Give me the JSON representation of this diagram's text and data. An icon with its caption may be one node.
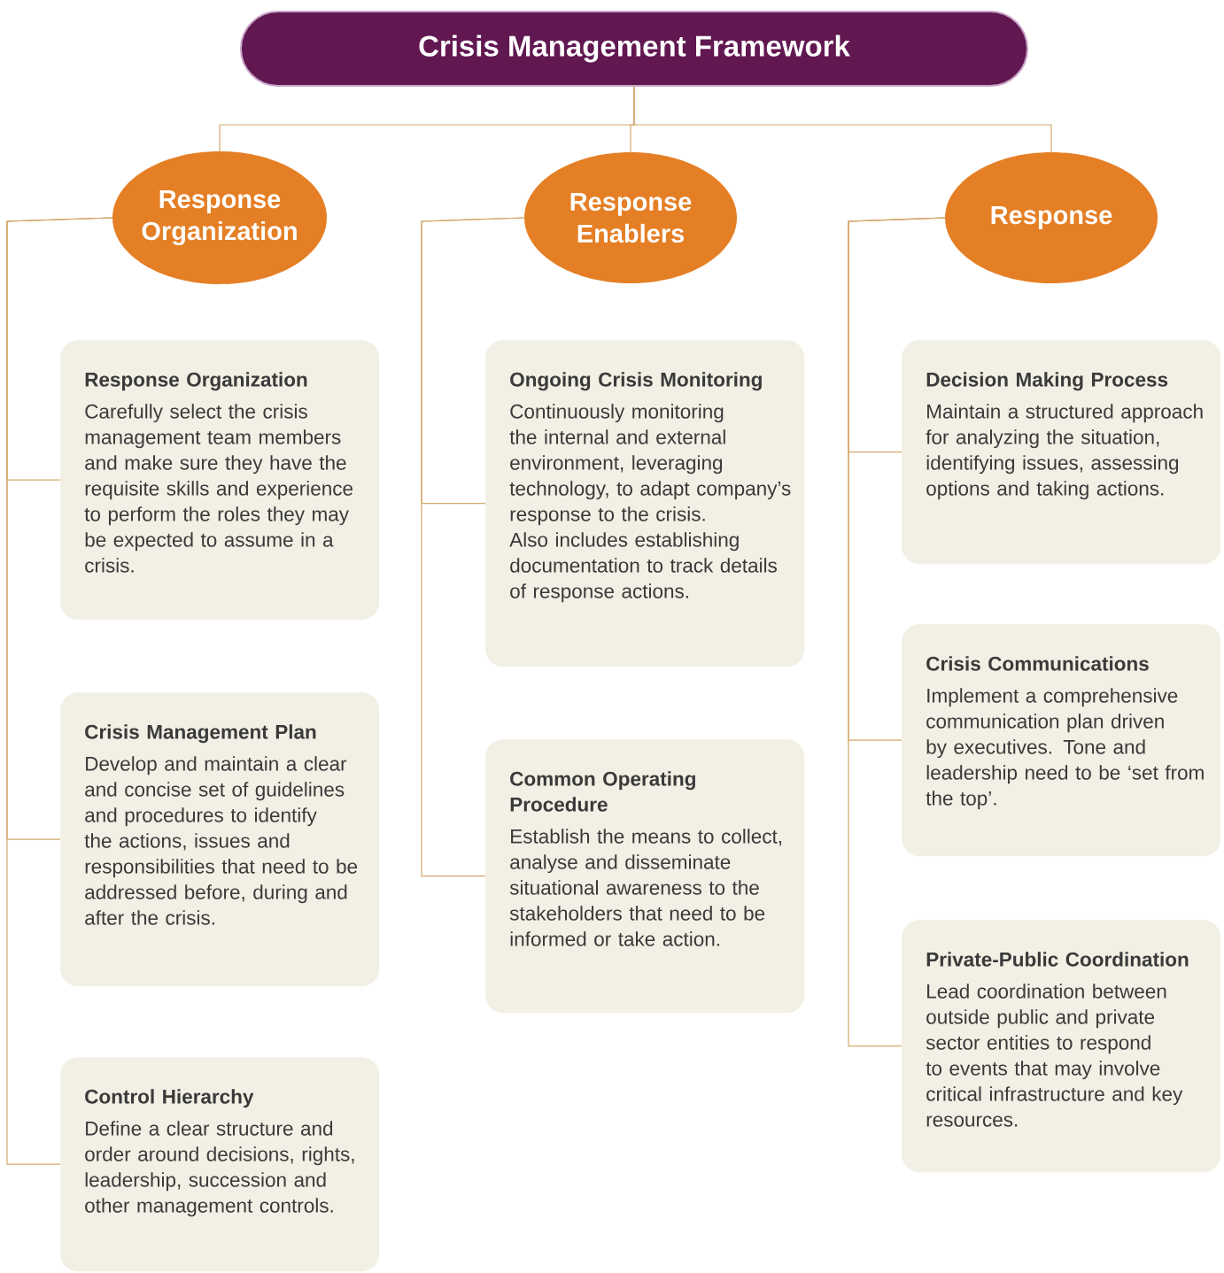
{
  "diagram": {
    "nodes": [
      {
        "text": [
          "Crisis Management Framework"
        ]
      },
      {
        "text": [
          "Response Organization"
        ]
      },
      {
        "text": [
          "Response Enablers"
        ]
      },
      {
        "text": [
          "Response"
        ]
      },
      {
        "text": [
          "Response Organization",
          "Carefully select the crisis management team members and make sure they have the requisite skills and experience to perform the roles they may be expected to assume in a crisis."
        ]
      },
      {
        "text": [
          "Crisis Management Plan",
          "Develop and maintain a clear and concise set of guidelines and procedures to identify the actions, issues and responsibilities that need to be addressed before, during and after the crisis."
        ]
      },
      {
        "text": [
          "Control Hierarchy",
          "Define a clear structure and order around decisions, rights, leadership, succession and other management controls."
        ]
      },
      {
        "text": [
          "Ongoing Crisis Monitoring",
          "Continuously monitoring the internal and external environment, leveraging technology, to adapt company’s response to the crisis. Also includes establishing documentation to track details of response actions."
        ]
      },
      {
        "text": [
          "Common Operating Procedure",
          "Establish the means to collect, analyse and disseminate situational awareness to the stakeholders that need to be informed or take action."
        ]
      },
      {
        "text": [
          "Decision Making Process",
          "Maintain a structured approach for analyzing the situation, identifying issues, assessing options and taking actions."
        ]
      },
      {
        "text": [
          "Crisis Communications",
          "Implement a comprehensive communication plan driven by executives. Tone and leadership need to be ‘set from the top’."
        ]
      },
      {
        "text": [
          "Private-Public Coordination",
          "Lead coordination between outside public and private sector entities to respond to events that may involve critical infrastructure and key resources."
        ]
      }
    ],
    "edges": [
      {
        "from": 0,
        "to": 1,
        "arrow": "none"
      },
      {
        "from": 0,
        "to": 2,
        "arrow": "none"
      },
      {
        "from": 0,
        "to": 3,
        "arrow": "none"
      },
      {
        "from": 1,
        "to": 4,
        "arrow": "none"
      },
      {
        "from": 1,
        "to": 5,
        "arrow": "none"
      },
      {
        "from": 1,
        "to": 6,
        "arrow": "none"
      },
      {
        "from": 2,
        "to": 7,
        "arrow": "none"
      },
      {
        "from": 2,
        "to": 8,
        "arrow": "none"
      },
      {
        "from": 3,
        "to": 9,
        "arrow": "none"
      },
      {
        "from": 3,
        "to": 10,
        "arrow": "none"
      },
      {
        "from": 3,
        "to": 11,
        "arrow": "none"
      }
    ]
  }
}
